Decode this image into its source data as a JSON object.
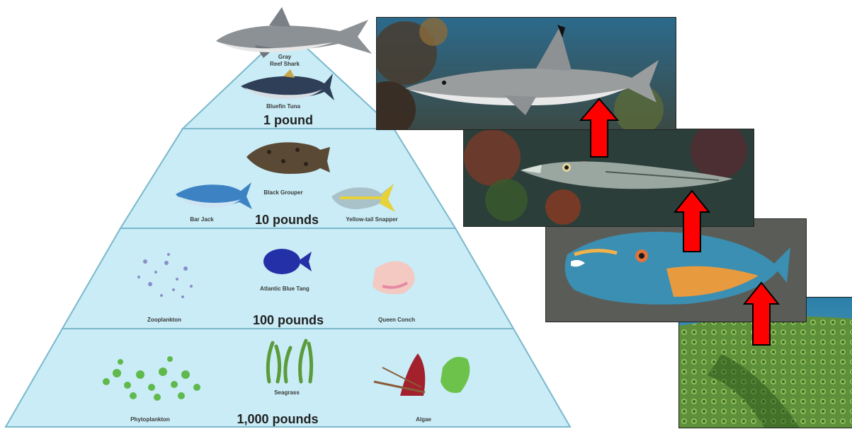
{
  "pyramid": {
    "tiers": [
      {
        "weight": "1 pound",
        "species": [
          "Gray Reef Shark",
          "Bluefin Tuna"
        ]
      },
      {
        "weight": "10 pounds",
        "species": [
          "Black Grouper",
          "Bar Jack",
          "Yellow-tail Snapper"
        ]
      },
      {
        "weight": "100 pounds",
        "species": [
          "Atlantic Blue Tang",
          "Zooplankton",
          "Queen Conch"
        ]
      },
      {
        "weight": "1,000 pounds",
        "species": [
          "Phytoplankton",
          "Seagrass",
          "Algae"
        ]
      }
    ],
    "colors": {
      "fill": "#c9ecf6",
      "stroke": "#7ab8cc"
    }
  },
  "photos": [
    {
      "subject": "blacktip-reef-shark"
    },
    {
      "subject": "barracuda"
    },
    {
      "subject": "parrotfish"
    },
    {
      "subject": "coral"
    }
  ],
  "arrows": {
    "color": "#ff0000",
    "count": 3
  }
}
